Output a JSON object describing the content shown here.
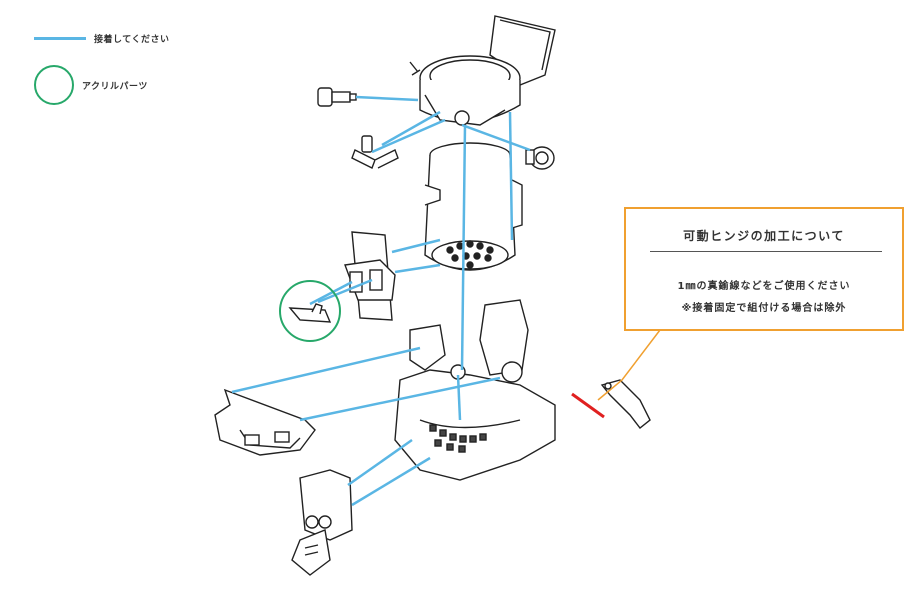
{
  "legend": {
    "glue_label": "接着してください",
    "acrylic_label": "アクリルパーツ"
  },
  "note": {
    "title": "可動ヒンジの加工について",
    "line1": "1㎜の真鍮線などをご使用ください",
    "line2": "※接着固定で組付ける場合は除外"
  },
  "colors": {
    "glue_line": "#5ab6e4",
    "acrylic_circle": "#27a86a",
    "note_border": "#f0a030",
    "hinge_marker": "#e02020"
  },
  "icons": [
    "glue-line-icon",
    "acrylic-circle-icon"
  ]
}
